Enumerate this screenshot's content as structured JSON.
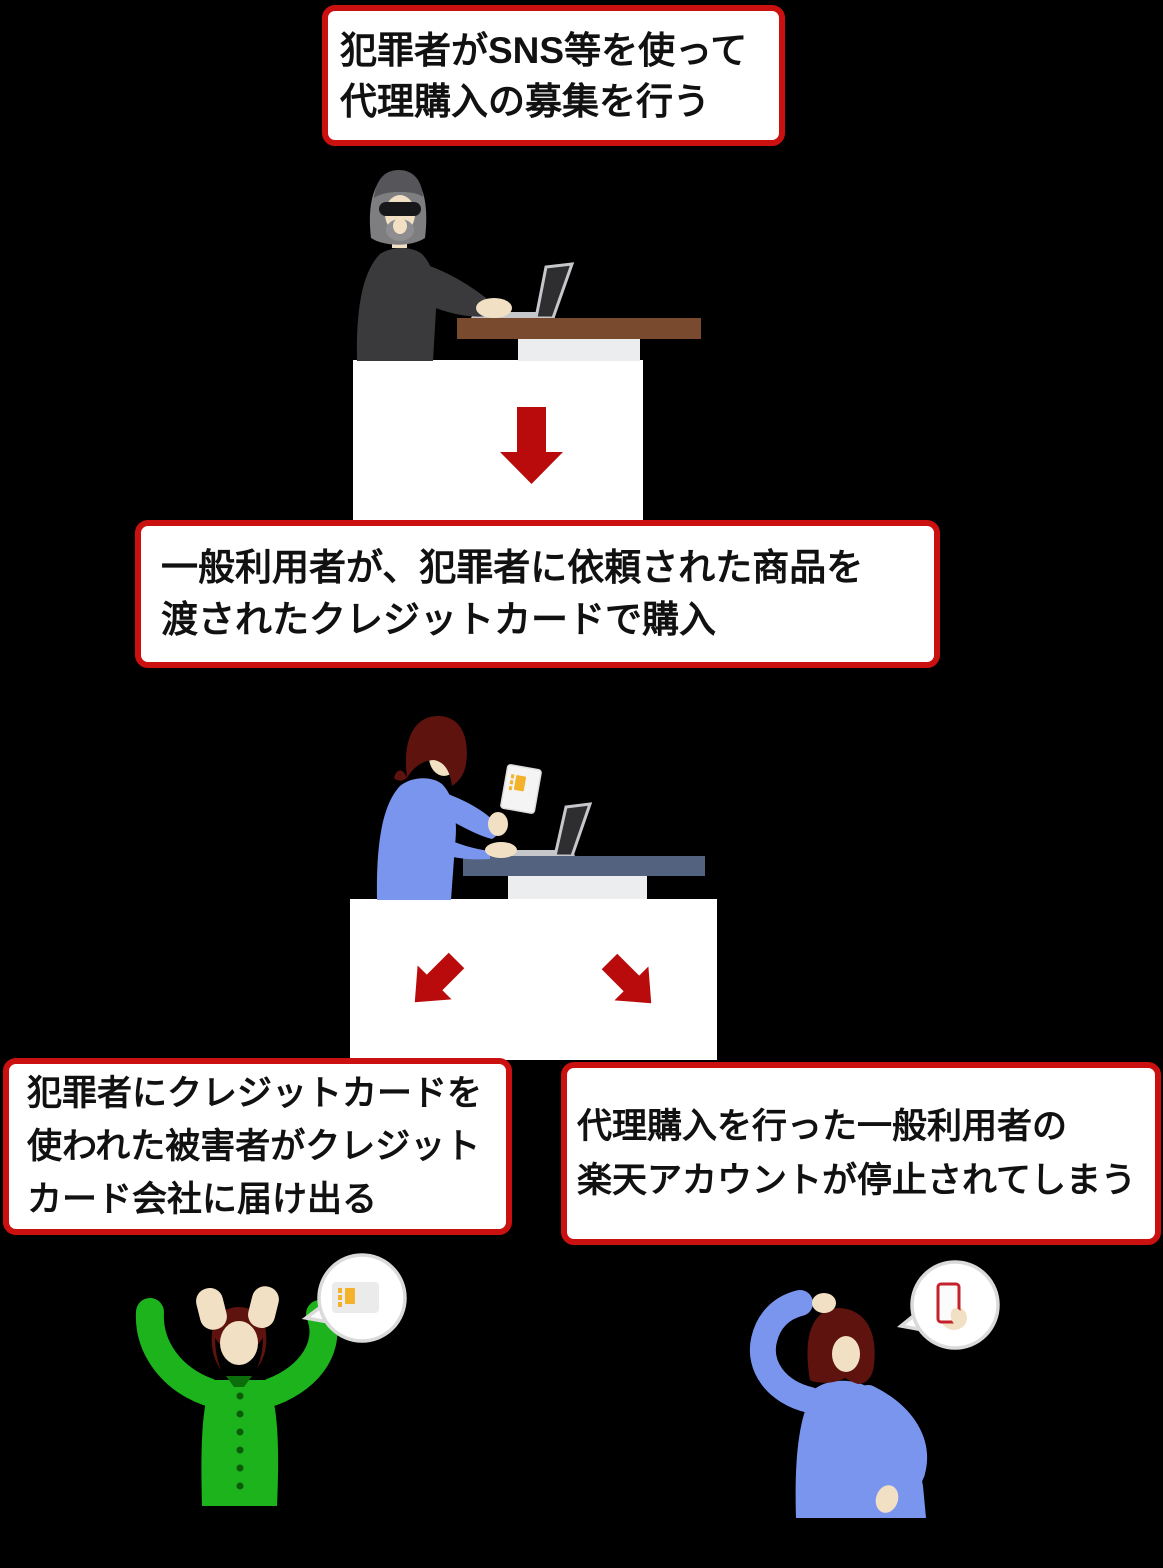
{
  "flow": {
    "step1": {
      "line1": "犯罪者がSNS等を使って",
      "line2": "代理購入の募集を行う"
    },
    "step2": {
      "line1": "一般利用者が、犯罪者に依頼された商品を",
      "line2": "渡されたクレジットカードで購入"
    },
    "step3_left": {
      "line1": "犯罪者にクレジットカードを",
      "line2": "使われた被害者がクレジット",
      "line3": "カード会社に届け出る"
    },
    "step3_right": {
      "line1": "代理購入を行った一般利用者の",
      "line2": "楽天アカウントが停止されてしまう"
    }
  },
  "icons": {
    "down_arrow": "red-arrow-down",
    "down_left_arrow": "red-arrow-down-left",
    "down_right_arrow": "red-arrow-down-right",
    "criminal_scene": "masked-criminal-typing-on-laptop-at-desk",
    "buyer_scene": "woman-holding-credit-card-typing-on-laptop-at-desk",
    "victim_figure": "distressed-person-in-green-hands-on-head",
    "suspended_user_figure": "confused-woman-in-blue-scratching-head",
    "credit_card_bubble": "speech-bubble-with-credit-card",
    "smartphone_bubble": "speech-bubble-with-hand-holding-smartphone"
  },
  "colors": {
    "background": "#000000",
    "box_background": "#ffffff",
    "box_border_red": "#cb1010",
    "arrow_red": "#b90b0b",
    "text_black": "#111111",
    "desk_brown": "#7a4a2e",
    "desk_slate": "#52627f",
    "desk_base_gray": "#ecedee",
    "skin": "#f2e0c5",
    "criminal_clothes": "#3a3a3c",
    "hood_gray": "#7e7e81",
    "beanie_gray": "#56565a",
    "beard_gray": "#8e8e91",
    "mask_black": "#17171a",
    "hair_maroon": "#5e130e",
    "sweater_blue": "#7a95ee",
    "shirt_green": "#1cb31c",
    "collar_green": "#0b6e0b",
    "button_green": "#0a5c0a",
    "laptop_frame": "#c6c7ca",
    "laptop_screen": "#2e2e31",
    "card_gray": "#ebebeb",
    "chip_gold": "#f2b32a",
    "bubble_border": "#dadada",
    "phone_red": "#c4212b"
  }
}
